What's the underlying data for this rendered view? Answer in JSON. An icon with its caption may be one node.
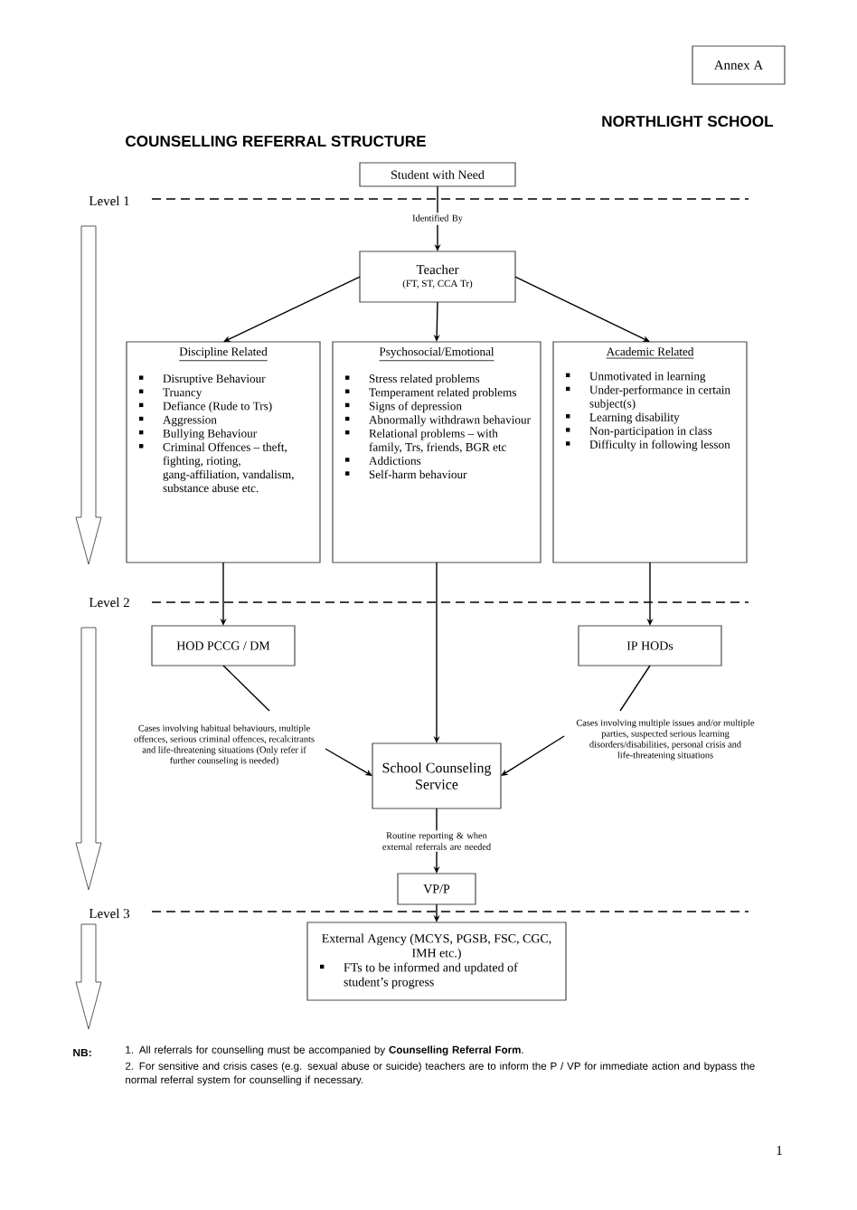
{
  "diagram": {
    "title": "COUNSELLING REFERRAL STRUCTURE",
    "nodes": [
      {
        "text": [
          "Student with Need"
        ]
      },
      {
        "text": [
          "Teacher",
          "(FT, ST, CCA Tr)"
        ]
      },
      {
        "text": [
          "Discipline Related",
          "Disruptive Behaviour",
          "Truancy",
          "Defiance (Rude to Trs)",
          "Aggression",
          "Bullying Behaviour",
          "Criminal Offences – theft, fighting, rioting, gang-affiliation, vandalism, substance abuse etc."
        ]
      },
      {
        "text": [
          "Psychosocial/Emotional",
          "Stress related problems",
          "Temperament related problems",
          "Signs of depression",
          "Abnormally withdrawn behaviour",
          "Relational problems – with family, Trs, friends, BGR etc",
          "Addictions",
          "Self-harm behaviour"
        ]
      },
      {
        "text": [
          "Academic Related",
          "Unmotivated in learning",
          "Under-performance in certain subject(s)",
          "Learning disability",
          "Non-participation in class",
          "Difficulty in following lesson"
        ]
      },
      {
        "text": [
          "HOD PCCG / DM"
        ]
      },
      {
        "text": [
          "IP HODs"
        ]
      },
      {
        "text": [
          "Cases involving habitual behaviours, multiple offences, serious criminal offences, recalcitrants and life-threatening situations (Only refer if further counseling is needed)"
        ]
      },
      {
        "text": [
          "Cases involving multiple issues and/or multiple parties, suspected serious learning disorders/disabilities, personal crisis and life-threatening situations"
        ]
      },
      {
        "text": [
          "School Counseling Service"
        ]
      },
      {
        "text": [
          "VP/P"
        ]
      },
      {
        "text": [
          "External Agency (MCYS, PGSB, FSC, CGC, IMH etc.)",
          "FTs to be informed and updated of student’s progress"
        ]
      }
    ],
    "edges": [
      {
        "from": 0,
        "to": 1,
        "arrow": "to",
        "label": "Identified By"
      },
      {
        "from": 1,
        "to": 2,
        "arrow": "to"
      },
      {
        "from": 1,
        "to": 3,
        "arrow": "to"
      },
      {
        "from": 1,
        "to": 4,
        "arrow": "to"
      },
      {
        "from": 2,
        "to": 5,
        "arrow": "to"
      },
      {
        "from": 3,
        "to": 9,
        "arrow": "to"
      },
      {
        "from": 4,
        "to": 6,
        "arrow": "to"
      },
      {
        "from": 5,
        "to": 7,
        "arrow": "none"
      },
      {
        "from": 7,
        "to": 9,
        "arrow": "to"
      },
      {
        "from": 6,
        "to": 8,
        "arrow": "none"
      },
      {
        "from": 8,
        "to": 9,
        "arrow": "to"
      },
      {
        "from": 9,
        "to": 10,
        "arrow": "to",
        "label": "Routine reporting & when external referrals are needed"
      },
      {
        "from": 10,
        "to": 11,
        "arrow": "to"
      }
    ],
    "labels": [
      "Annex A",
      "NORTHLIGHT SCHOOL",
      "Level 1",
      "Level 2",
      "Level 3",
      "NB:",
      "1. All referrals for counselling must be accompanied by **Counselling Referral Form**.",
      "2. For sensitive and crisis cases (e.g. sexual abuse or suicide) teachers are to inform the P / VP for immediate action and bypass the normal referral system for counselling if necessary.",
      "1"
    ]
  }
}
